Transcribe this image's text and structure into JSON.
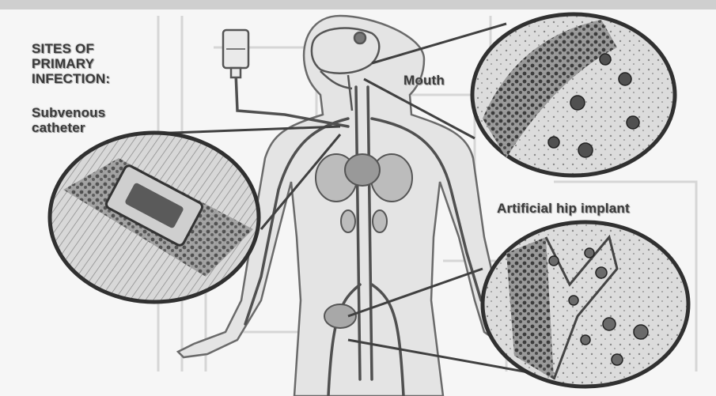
{
  "labels": {
    "heading_line1": "SITES OF",
    "heading_line2": "PRIMARY",
    "heading_line3": "INFECTION:",
    "subvenous_line1": "Subvenous",
    "subvenous_line2": "catheter",
    "mouth": "Mouth",
    "hip": "Artificial hip implant"
  }
}
